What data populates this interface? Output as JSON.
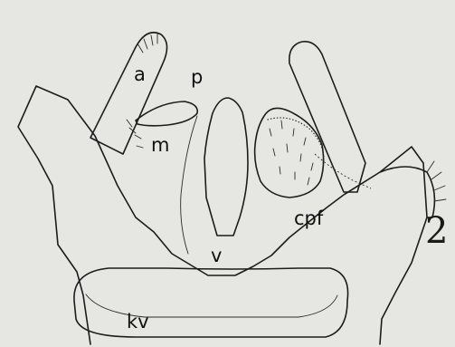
{
  "labels": {
    "a": "a",
    "p": "p",
    "m": "m",
    "cpf": "cpf",
    "v": "v",
    "kv": "kv"
  },
  "figure_number": "2"
}
